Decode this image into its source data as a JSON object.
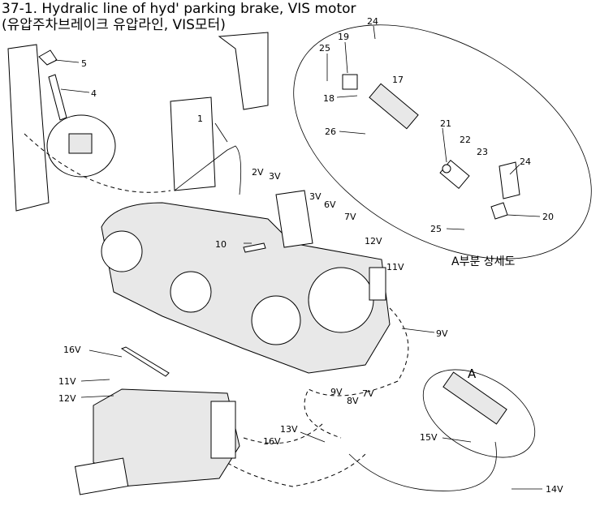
{
  "title": {
    "line1": "37-1. Hydralic line of hyd' parking brake, VIS motor",
    "line2": "(유압주차브레이크 유압라인, VIS모터)"
  },
  "detail_caption": "A부분 상세도",
  "detail_marker": "A",
  "labels": [
    "5",
    "4",
    "1",
    "25",
    "19",
    "24",
    "18",
    "17",
    "26",
    "21",
    "22",
    "23",
    "24",
    "20",
    "25",
    "2V",
    "3V",
    "3V",
    "6V",
    "7V",
    "10",
    "12V",
    "11V",
    "9V",
    "16V",
    "11V",
    "12V",
    "9V",
    "8V",
    "7V",
    "13V",
    "16V",
    "15V",
    "14V"
  ]
}
